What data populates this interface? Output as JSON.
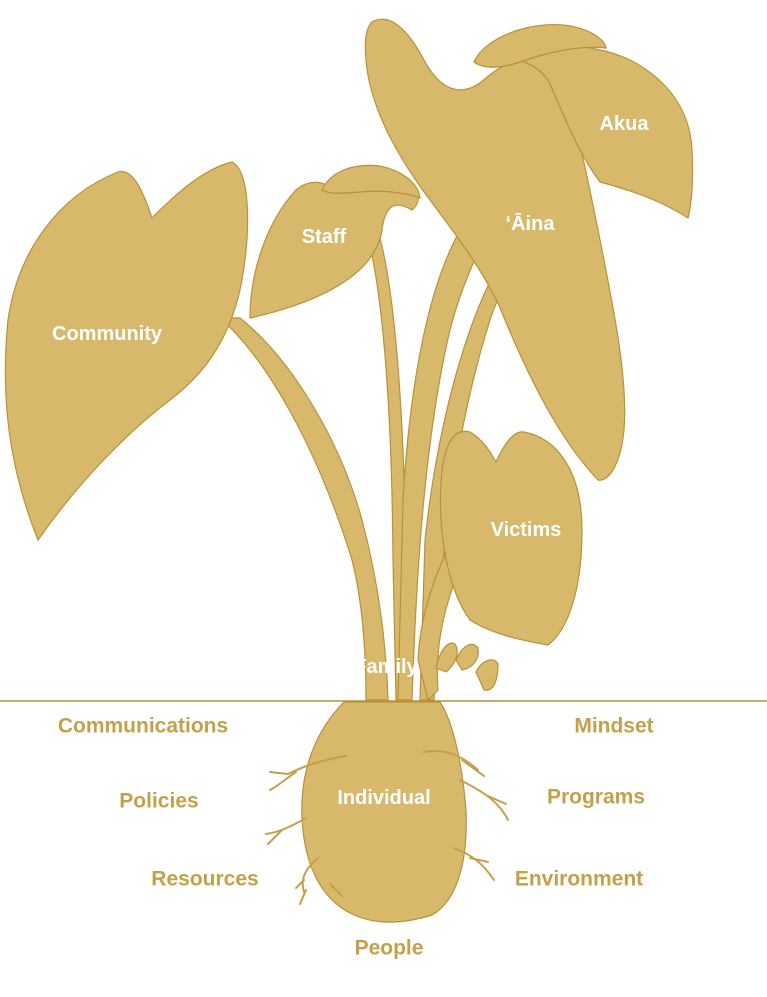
{
  "colors": {
    "plant": "#d8b86a",
    "outline": "#b8913a",
    "root_text": "#c4a04a",
    "leaf_text": "#ffffff"
  },
  "above_ground": {
    "community": "Community",
    "staff": "Staff",
    "aina": "‘Āina",
    "akua": "Akua",
    "victims": "Victims",
    "family": "Family"
  },
  "bulb": {
    "individual": "Individual"
  },
  "below_ground": {
    "communications": "Communications",
    "mindset": "Mindset",
    "policies": "Policies",
    "programs": "Programs",
    "resources": "Resources",
    "environment": "Environment",
    "people": "People"
  }
}
